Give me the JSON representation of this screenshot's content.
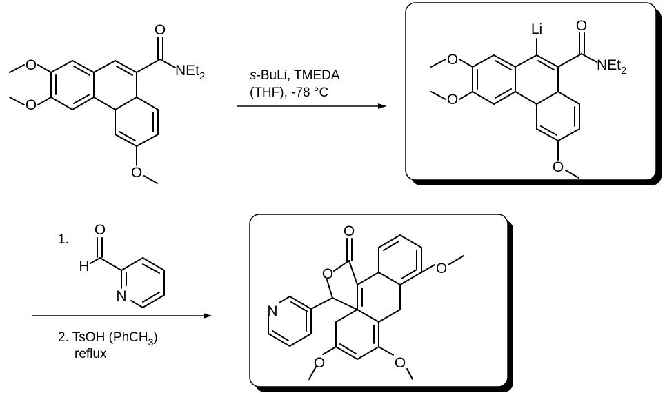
{
  "step1": {
    "reagent_prefix": "s",
    "reagent_rest": "-BuLi, TMEDA",
    "conditions": "(THF), -78 °C"
  },
  "step2": {
    "num1": "1.",
    "num2": "2.",
    "reagent2": "TsOH (PhCH",
    "reagent2_sub": "3",
    "reagent2_end": ")",
    "reagent2_line2": "reflux"
  },
  "labels": {
    "O": "O",
    "N": "N",
    "H": "H",
    "Li": "Li",
    "NEt": "NEt",
    "sub2": "2"
  }
}
